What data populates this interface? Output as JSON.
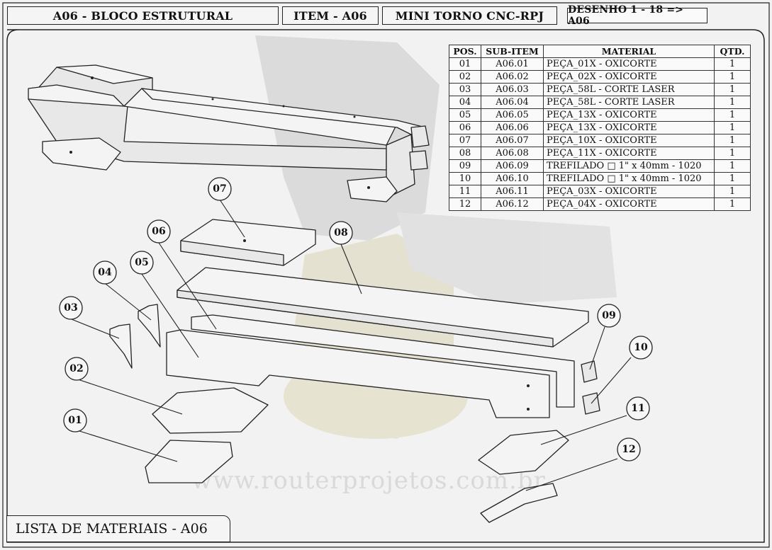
{
  "header": {
    "block_title": "A06 - BLOCO ESTRUTURAL",
    "item": "ITEM - A06",
    "project": "MINI TORNO CNC-RPJ",
    "sheet": "DESENHO 1 - 18 => A06"
  },
  "footer": {
    "title": "LISTA DE MATERIAIS - A06"
  },
  "watermark": "www.routerprojetos.com.br",
  "bom": {
    "headers": [
      "POS.",
      "SUB-ITEM",
      "MATERIAL",
      "QTD."
    ],
    "rows": [
      {
        "pos": "01",
        "sub": "A06.01",
        "material": "PEÇA_01X - OXICORTE",
        "qtd": "1"
      },
      {
        "pos": "02",
        "sub": "A06.02",
        "material": "PEÇA_02X - OXICORTE",
        "qtd": "1"
      },
      {
        "pos": "03",
        "sub": "A06.03",
        "material": "PEÇA_58L - CORTE LASER",
        "qtd": "1"
      },
      {
        "pos": "04",
        "sub": "A06.04",
        "material": "PEÇA_58L - CORTE LASER",
        "qtd": "1"
      },
      {
        "pos": "05",
        "sub": "A06.05",
        "material": "PEÇA_13X - OXICORTE",
        "qtd": "1"
      },
      {
        "pos": "06",
        "sub": "A06.06",
        "material": "PEÇA_13X - OXICORTE",
        "qtd": "1"
      },
      {
        "pos": "07",
        "sub": "A06.07",
        "material": "PEÇA_10X - OXICORTE",
        "qtd": "1"
      },
      {
        "pos": "08",
        "sub": "A06.08",
        "material": "PEÇA_11X - OXICORTE",
        "qtd": "1"
      },
      {
        "pos": "09",
        "sub": "A06.09",
        "material": "TREFILADO □ 1\" x 40mm - 1020",
        "qtd": "1"
      },
      {
        "pos": "10",
        "sub": "A06.10",
        "material": "TREFILADO □ 1\" x 40mm - 1020",
        "qtd": "1"
      },
      {
        "pos": "11",
        "sub": "A06.11",
        "material": "PEÇA_03X - OXICORTE",
        "qtd": "1"
      },
      {
        "pos": "12",
        "sub": "A06.12",
        "material": "PEÇA_04X - OXICORTE",
        "qtd": "1"
      }
    ]
  },
  "balloons": [
    "01",
    "02",
    "03",
    "04",
    "05",
    "06",
    "07",
    "08",
    "09",
    "10",
    "11",
    "12"
  ]
}
